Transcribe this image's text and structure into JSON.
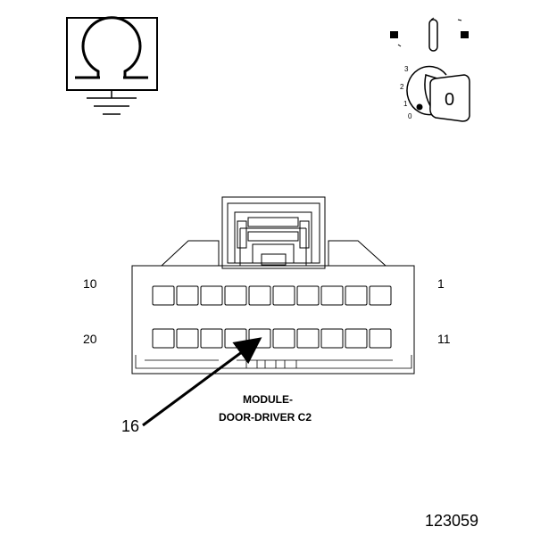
{
  "ground_symbol": {
    "icon": "ohm-ground-icon"
  },
  "ignition_switch": {
    "icon": "ignition-key-icon",
    "positions": [
      "3",
      "2",
      "1",
      "0"
    ],
    "key_label": "0",
    "active_position": "0"
  },
  "connector": {
    "pin_labels": {
      "top_left": "10",
      "top_right": "1",
      "bottom_left": "20",
      "bottom_right": "11"
    },
    "pins_per_row": 10,
    "rows": 2,
    "highlighted_pin": 16,
    "callout_label": "16",
    "title_line1": "MODULE-",
    "title_line2": "DOOR-DRIVER C2"
  },
  "figure_id": "123059"
}
